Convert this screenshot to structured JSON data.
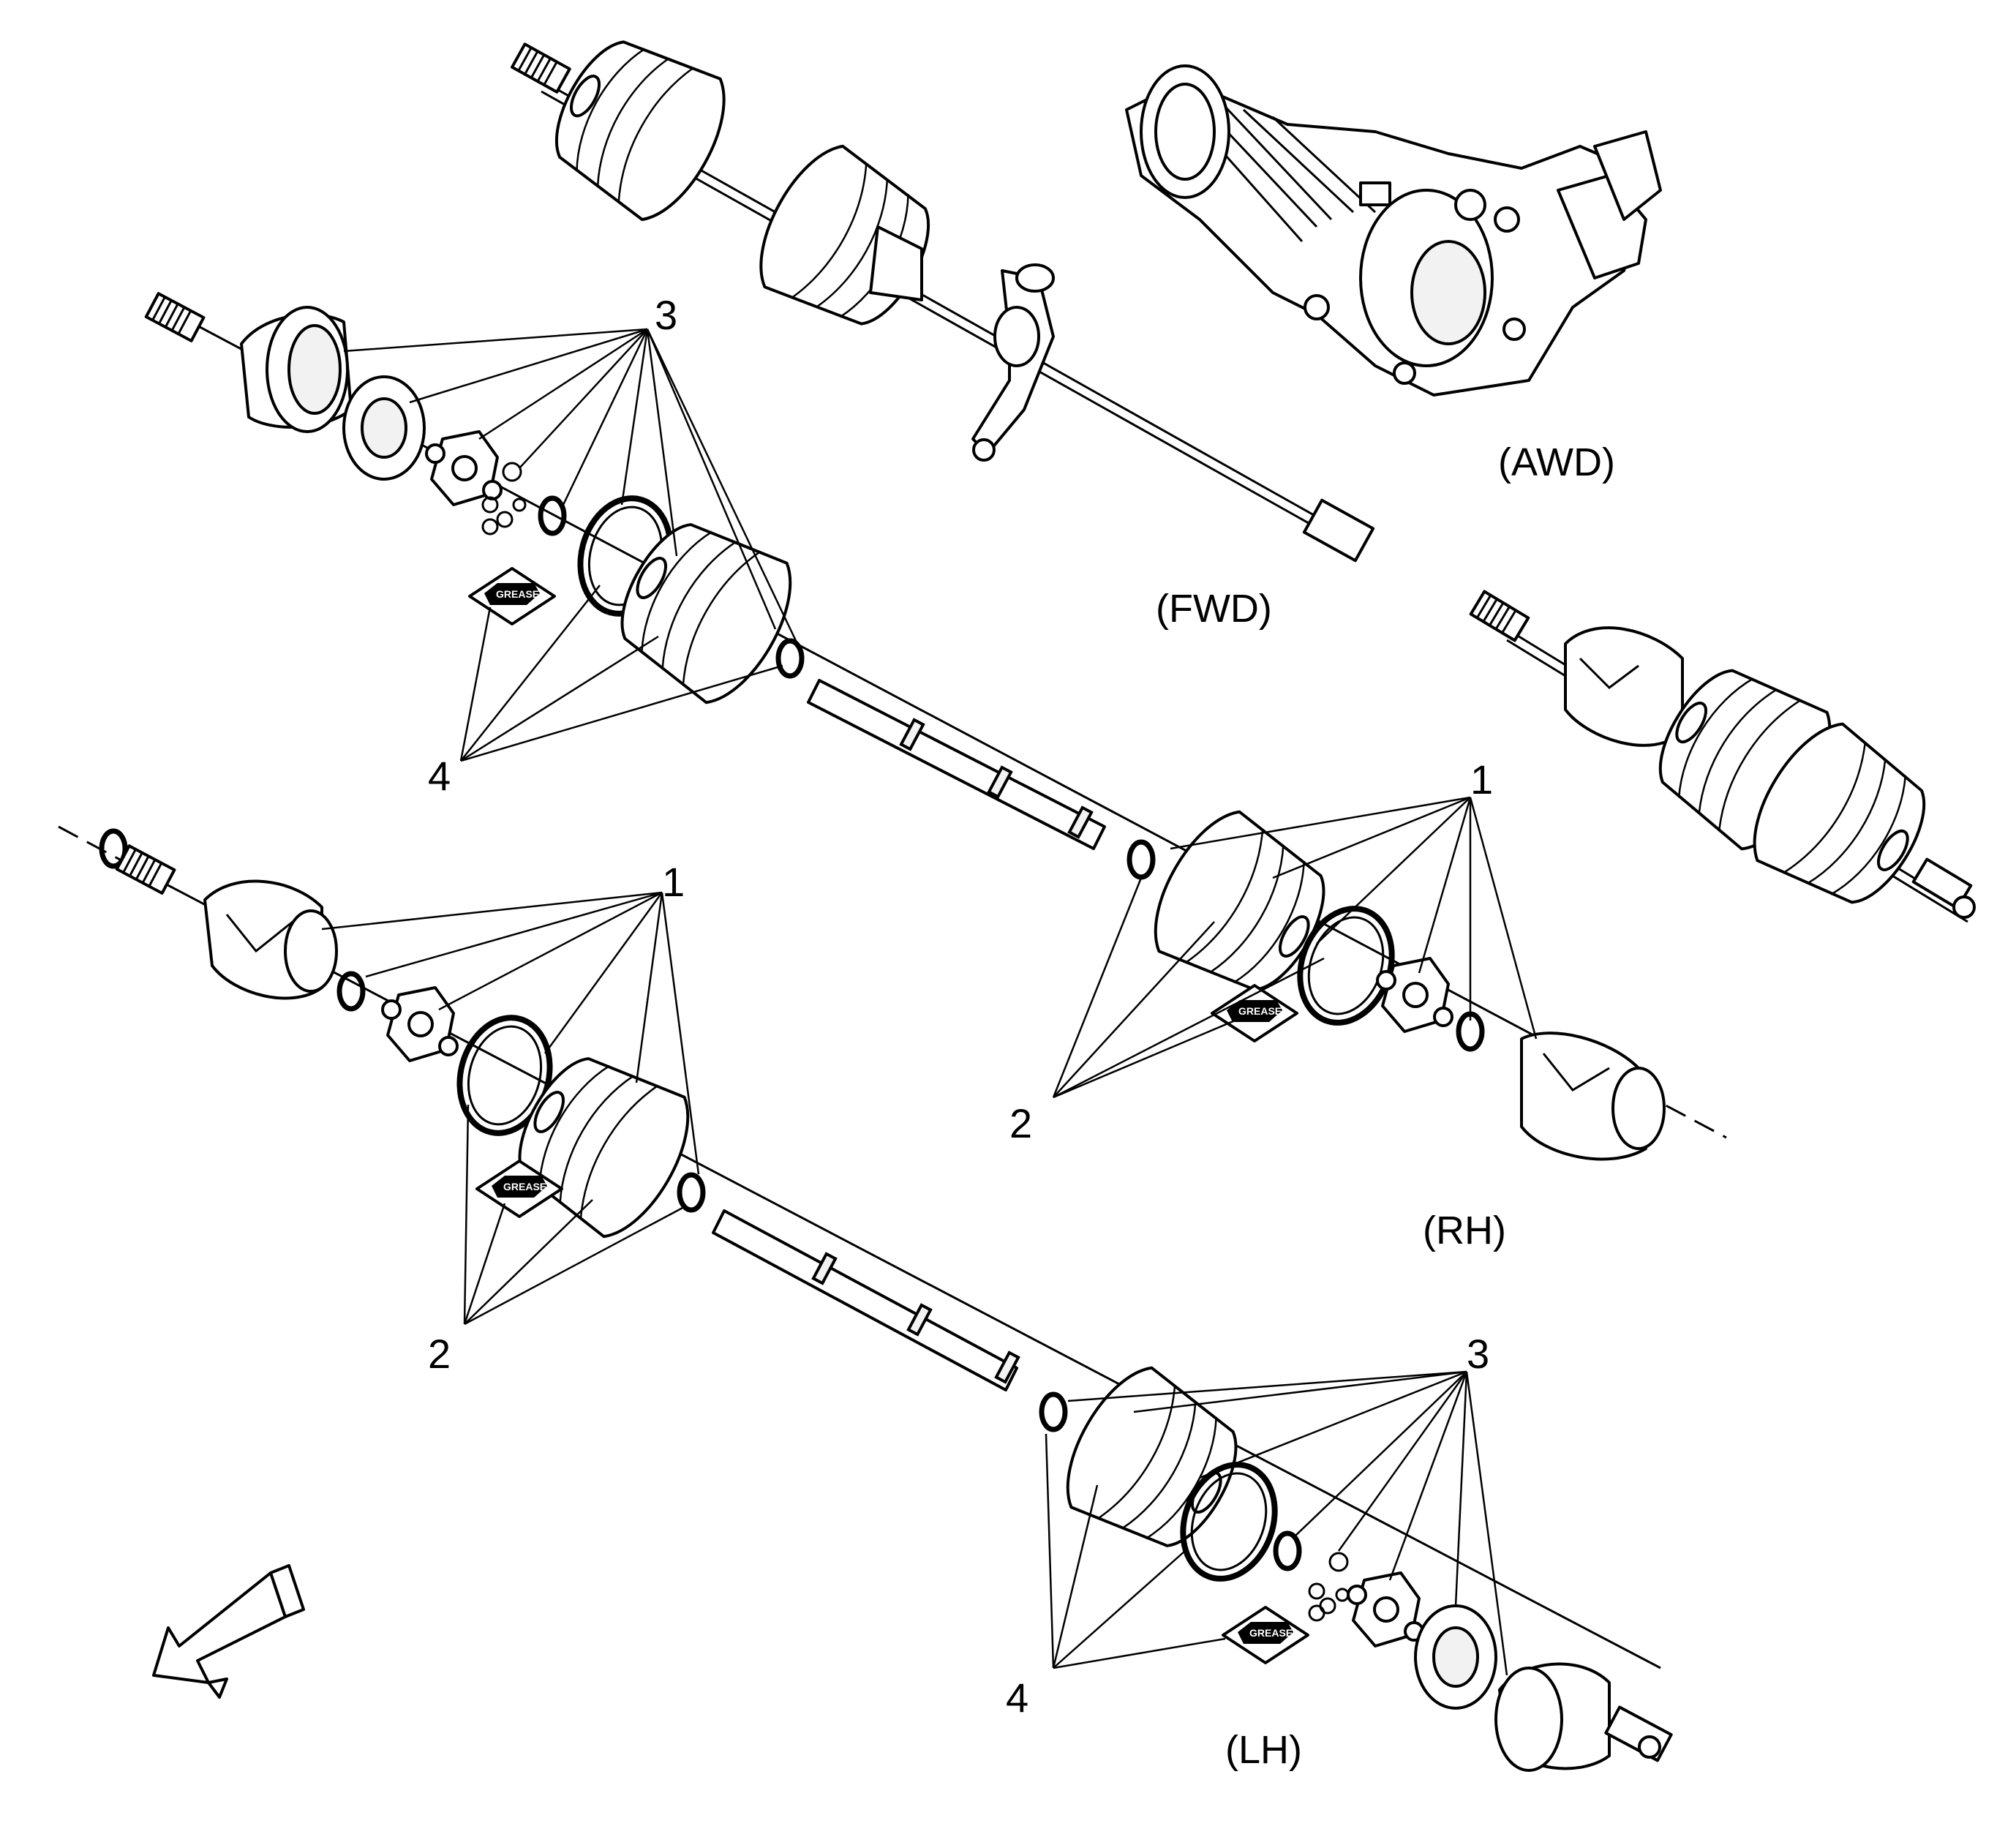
{
  "captions": {
    "awd": "(AWD)",
    "fwd": "(FWD)",
    "rh": "(RH)",
    "lh": "(LH)"
  },
  "callouts": {
    "rh_inner_group": "3",
    "rh_inner_lube": "4",
    "rh_outer_group": "1",
    "rh_outer_lube": "2",
    "lh_outer_group": "1",
    "lh_outer_lube": "2",
    "lh_inner_group": "3",
    "lh_inner_lube": "4"
  },
  "icons": {
    "grease_packet": "grease-packet-icon",
    "direction_arrow": "front-direction-arrow-icon"
  }
}
